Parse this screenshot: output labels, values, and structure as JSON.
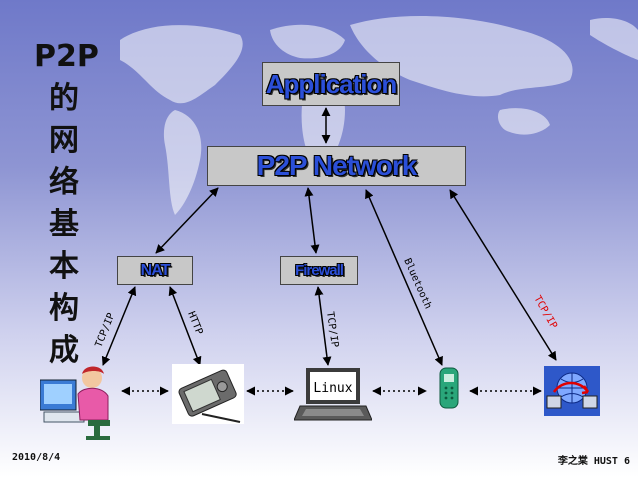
{
  "side_title": "P2P\n的\n网\n络\n基\n本\n构\n成",
  "boxes": {
    "application": "Application",
    "p2p_network": "P2P Network",
    "nat": "NAT",
    "firewall": "Firewall"
  },
  "connections": {
    "tcpip_left": "TCP/IP",
    "http": "HTTP",
    "tcpip_mid": "TCP/IP",
    "bluetooth": "Bluetooth",
    "tcpip_right": "TCP/IP"
  },
  "devices": {
    "linux_label": "Linux"
  },
  "colors": {
    "box_fill": "#c8c8c8",
    "box_text": "#2b4fd8",
    "red_label": "#e00000"
  },
  "icons": [
    "user-at-computer-icon",
    "pda-icon",
    "laptop-icon",
    "cellphone-icon",
    "network-globe-icon"
  ],
  "footer": {
    "date": "2010/8/4",
    "credit": "李之棠 HUST 6"
  }
}
